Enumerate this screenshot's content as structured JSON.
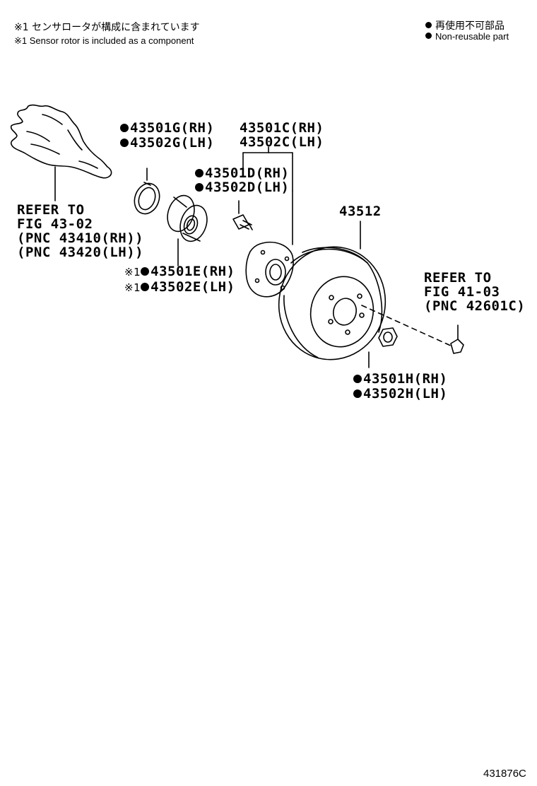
{
  "notes": {
    "jp": "※1 センサロータが構成に含まれています",
    "en": "※1 Sensor rotor is included as a component"
  },
  "legend": {
    "jp": "再使用不可部品",
    "en": "Non-reusable part"
  },
  "labels": {
    "g_rh": "43501G(RH)",
    "g_lh": "43502G(LH)",
    "c_rh": "43501C(RH)",
    "c_lh": "43502C(LH)",
    "d_rh": "43501D(RH)",
    "d_lh": "43502D(LH)",
    "e_rh": "43501E(RH)",
    "e_lh": "43502E(LH)",
    "e_mark": "※1",
    "disc": "43512",
    "h_rh": "43501H(RH)",
    "h_lh": "43502H(LH)",
    "ref1_line1": "REFER TO",
    "ref1_line2": "FIG 43-02",
    "ref1_line3": "(PNC 43410(RH))",
    "ref1_line4": "(PNC 43420(LH))",
    "ref2_line1": "REFER TO",
    "ref2_line2": "FIG 41-03",
    "ref2_line3": "(PNC 42601C)"
  },
  "figure_code": "431876C"
}
